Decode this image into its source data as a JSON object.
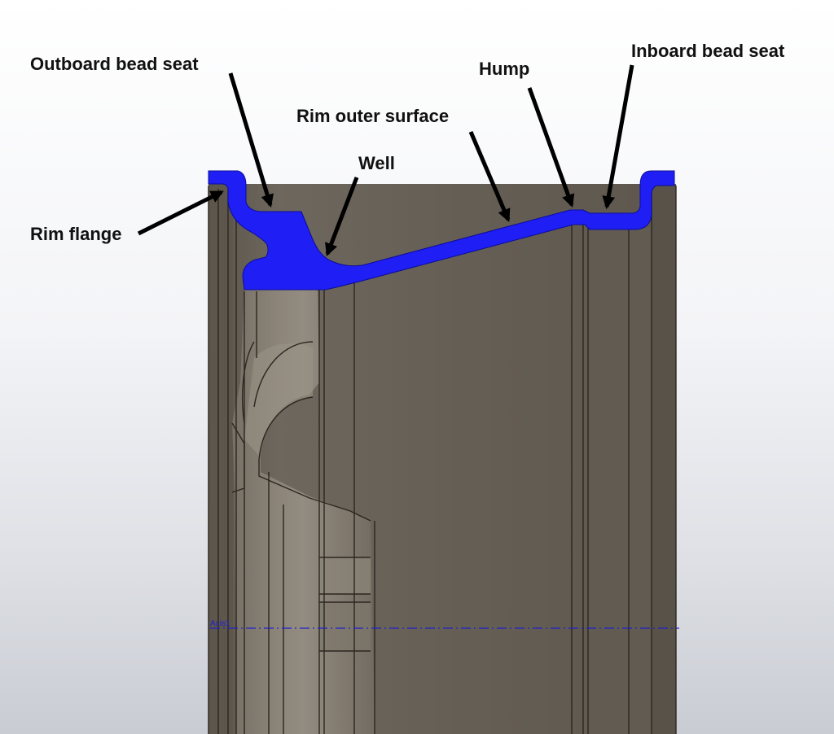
{
  "labels": {
    "outboard_bead_seat": "Outboard bead seat",
    "inboard_bead_seat": "Inboard bead seat",
    "hump": "Hump",
    "rim_outer_surface": "Rim outer surface",
    "well": "Well",
    "rim_flange": "Rim flange"
  },
  "axis": {
    "label": "Axis1"
  },
  "colors": {
    "section_fill": "#1e1ef5",
    "body_fill": "#6b6459",
    "edge_line": "#2b2620",
    "axis_line": "#2020c8",
    "arrow": "#000000"
  }
}
